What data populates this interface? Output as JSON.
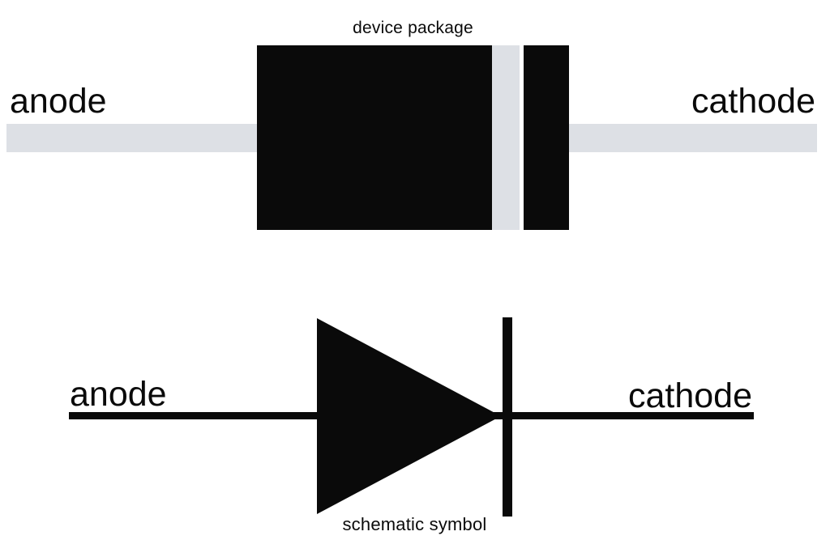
{
  "colors": {
    "ink": "#0a0a0a",
    "lead_gray": "#dde0e5",
    "background": "#ffffff"
  },
  "device_package_figure": {
    "caption": "device package",
    "anode_label": "anode",
    "cathode_label": "cathode"
  },
  "schematic_figure": {
    "caption": "schematic symbol",
    "anode_label": "anode",
    "cathode_label": "cathode"
  }
}
